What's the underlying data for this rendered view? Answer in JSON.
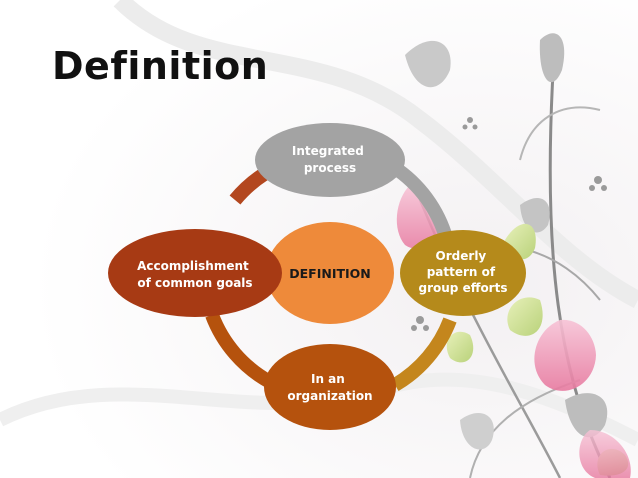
{
  "slide": {
    "title": "Definition"
  },
  "diagram": {
    "center": {
      "label": "DEFINITION",
      "color": "#ee8a3a"
    },
    "nodes": [
      {
        "id": "top",
        "lines": [
          "Integrated",
          "process"
        ],
        "color": "#a3a3a3"
      },
      {
        "id": "right",
        "lines": [
          "Orderly",
          "pattern of",
          "group efforts"
        ],
        "color": "#b58a1b"
      },
      {
        "id": "bottom",
        "lines": [
          "In an",
          "organization"
        ],
        "color": "#b5520d"
      },
      {
        "id": "left",
        "lines": [
          "Accomplishment",
          "of common goals"
        ],
        "color": "#a73a14"
      }
    ],
    "ring_arcs": [
      "#b3471f",
      "#a3a3a3",
      "#c4861d",
      "#b5520d"
    ]
  }
}
